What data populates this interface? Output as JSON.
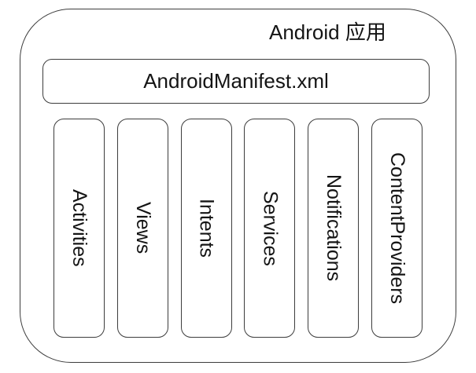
{
  "diagram": {
    "title": "Android 应用",
    "manifest_label": "AndroidManifest.xml",
    "components": [
      {
        "label": "Activities"
      },
      {
        "label": "Views"
      },
      {
        "label": "Intents"
      },
      {
        "label": "Services"
      },
      {
        "label": "Notifications"
      },
      {
        "label": "ContentProviders"
      }
    ],
    "colors": {
      "border": "#3d3d3d",
      "text": "#141414",
      "background": "#ffffff"
    }
  }
}
